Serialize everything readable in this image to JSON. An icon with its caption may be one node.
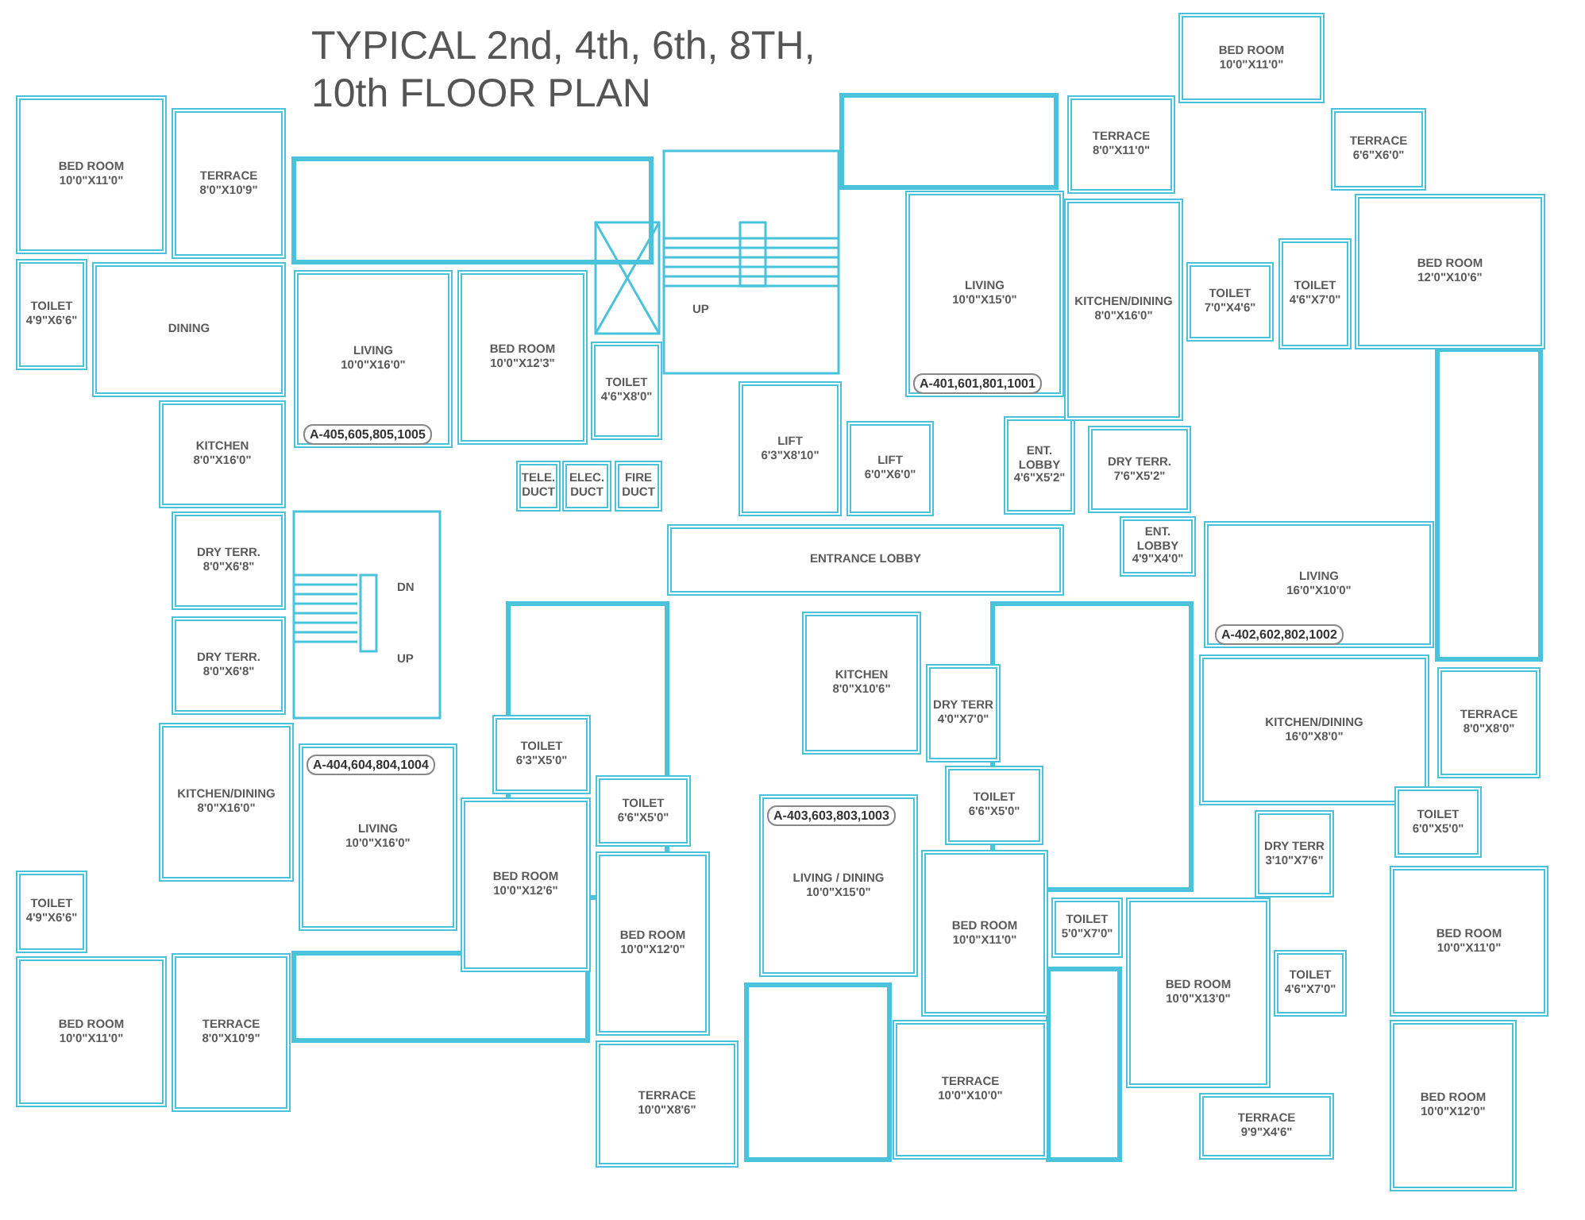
{
  "diagram": {
    "title": "TYPICAL 2nd, 4th, 6th, 8TH, 10th FLOOR PLAN",
    "nodes": [
      {
        "text": [
          "BED ROOM",
          "10'0\"X11'0\""
        ]
      },
      {
        "text": [
          "TERRACE",
          "8'0\"X10'9\""
        ]
      },
      {
        "text": [
          "TOILET",
          "4'9\"X6'6\""
        ]
      },
      {
        "text": [
          "DINING"
        ]
      },
      {
        "text": [
          "KITCHEN",
          "8'0\"X16'0\""
        ]
      },
      {
        "text": [
          "LIVING",
          "10'0\"X16'0\""
        ]
      },
      {
        "text": [
          "A-405,605,805,1005"
        ],
        "in": 5
      },
      {
        "text": [
          "BED ROOM",
          "10'0\"X12'3\""
        ]
      },
      {
        "text": [
          "TOILET",
          "4'6\"X8'0\""
        ]
      },
      {
        "text": [
          "TELE. DUCT"
        ]
      },
      {
        "text": [
          "ELEC. DUCT"
        ]
      },
      {
        "text": [
          "FIRE DUCT"
        ]
      },
      {
        "text": [
          "LIFT",
          "6'3\"X8'10\""
        ]
      },
      {
        "text": [
          "LIFT",
          "6'0\"X6'0\""
        ]
      },
      {
        "text": [
          "LIVING",
          "10'0\"X15'0\""
        ]
      },
      {
        "text": [
          "A-401,601,801,1001"
        ],
        "in": 14
      },
      {
        "text": [
          "ENT. LOBBY",
          "4'6\"X5'2\""
        ]
      },
      {
        "text": [
          "TERRACE",
          "8'0\"X11'0\""
        ]
      },
      {
        "text": [
          "BED ROOM",
          "10'0\"X11'0\""
        ]
      },
      {
        "text": [
          "TERRACE",
          "6'6\"X6'0\""
        ]
      },
      {
        "text": [
          "KITCHEN/DINING",
          "8'0\"X16'0\""
        ]
      },
      {
        "text": [
          "TOILET",
          "7'0\"X4'6\""
        ]
      },
      {
        "text": [
          "TOILET",
          "4'6\"X7'0\""
        ]
      },
      {
        "text": [
          "BED ROOM",
          "12'0\"X10'6\""
        ]
      },
      {
        "text": [
          "DRY TERR.",
          "7'6\"X5'2\""
        ]
      },
      {
        "text": [
          "DRY TERR.",
          "8'0\"X6'8\""
        ]
      },
      {
        "text": [
          "ENTRANCE LOBBY"
        ]
      },
      {
        "text": [
          "ENT. LOBBY",
          "4'9\"X4'0\""
        ]
      },
      {
        "text": [
          "LIVING",
          "16'0\"X10'0\""
        ]
      },
      {
        "text": [
          "A-402,602,802,1002"
        ],
        "in": 28
      },
      {
        "text": [
          "KITCHEN/DINING",
          "16'0\"X8'0\""
        ]
      },
      {
        "text": [
          "TERRACE",
          "8'0\"X8'0\""
        ]
      },
      {
        "text": [
          "KITCHEN",
          "8'0\"X10'6\""
        ]
      },
      {
        "text": [
          "DRY TERR",
          "4'0\"X7'0\""
        ]
      },
      {
        "text": [
          "TOILET",
          "6'0\"X5'0\""
        ]
      },
      {
        "text": [
          "DRY TERR",
          "3'10\"X7'6\""
        ]
      },
      {
        "text": [
          "LIVING / DINING",
          "10'0\"X15'0\""
        ]
      },
      {
        "text": [
          "A-403,603,803,1003"
        ],
        "in": 36
      },
      {
        "text": [
          "TOILET",
          "6'6\"X5'0\""
        ]
      },
      {
        "text": [
          "BED ROOM",
          "10'0\"X11'0\""
        ]
      },
      {
        "text": [
          "TOILET",
          "5'0\"X7'0\""
        ]
      },
      {
        "text": [
          "BED ROOM",
          "10'0\"X13'0\""
        ]
      },
      {
        "text": [
          "TOILET",
          "4'6\"X7'0\""
        ]
      },
      {
        "text": [
          "BED ROOM",
          "10'0\"X11'0\""
        ]
      },
      {
        "text": [
          "TERRACE",
          "10'0\"X10'0\""
        ]
      },
      {
        "text": [
          "TERRACE",
          "9'9\"X4'6\""
        ]
      },
      {
        "text": [
          "BED ROOM",
          "10'0\"X12'0\""
        ]
      },
      {
        "text": [
          "DRY TERR.",
          "8'0\"X6'8\""
        ]
      },
      {
        "text": [
          "KITCHEN/DINING",
          "8'0\"X16'0\""
        ]
      },
      {
        "text": [
          "LIVING",
          "10'0\"X16'0\""
        ]
      },
      {
        "text": [
          "A-404,604,804,1004"
        ],
        "in": 49
      },
      {
        "text": [
          "TOILET",
          "6'3\"X5'0\""
        ]
      },
      {
        "text": [
          "BED ROOM",
          "10'0\"X12'6\""
        ]
      },
      {
        "text": [
          "TOILET",
          "6'6\"X5'0\""
        ]
      },
      {
        "text": [
          "BED ROOM",
          "10'0\"X12'0\""
        ]
      },
      {
        "text": [
          "TERRACE",
          "10'0\"X8'6\""
        ]
      },
      {
        "text": [
          "TOILET",
          "4'9\"X6'6\""
        ]
      },
      {
        "text": [
          "BED ROOM",
          "10'0\"X11'0\""
        ]
      },
      {
        "text": [
          "TERRACE",
          "8'0\"X10'9\""
        ]
      }
    ],
    "labels": [
      "UP",
      "DN",
      "UP"
    ]
  }
}
